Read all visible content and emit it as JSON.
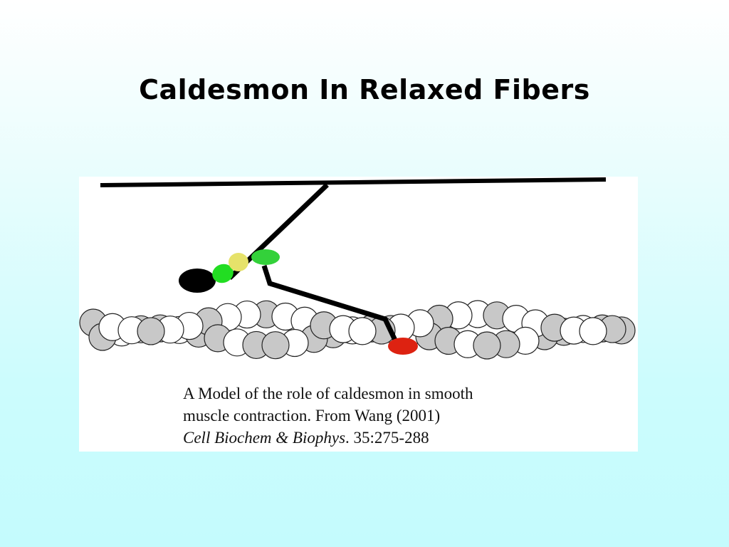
{
  "slide": {
    "title": "Caldesmon In Relaxed Fibers"
  },
  "figure": {
    "caption_line1": "A Model of the role of caldesmon in smooth",
    "caption_line2": "muscle contraction. From Wang (2001)",
    "caption_line3_journal": "Cell Biochem & Biophys",
    "caption_line3_ref": ". 35:275-288"
  },
  "colors": {
    "background_top": "#ffffff",
    "background_bottom": "#c4fbfd",
    "myosin_head": "#000000",
    "caldesmon_green": "#22dd22",
    "caldesmon_yellow": "#e6e26a",
    "caldesmon_red": "#dd2211",
    "actin_white": "#ffffff",
    "actin_gray": "#c8c8c8"
  }
}
